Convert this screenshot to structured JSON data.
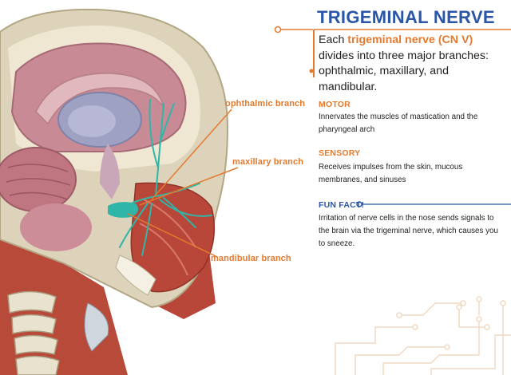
{
  "header": {
    "title": "TRIGEMINAL NERVE"
  },
  "intro": {
    "pre": "Each ",
    "highlight": "trigeminal nerve (CN V)",
    "post": " divides into three major branches: ophthalmic, maxillary, and mandibular."
  },
  "callouts": {
    "ophthalmic": "ophthalmic branch",
    "maxillary": "maxillary branch",
    "mandibular": "mandibular branch"
  },
  "sections": {
    "motor": {
      "title": "MOTOR",
      "body": "Innervates the muscles of mastication and the pharyngeal arch"
    },
    "sensory": {
      "title": "SENSORY",
      "body": "Receives impulses from the skin, mucous membranes, and sinuses"
    },
    "fun_fact": {
      "title": "FUN FACT!",
      "body": "Irritation of nerve cells in the nose sends signals to the brain via the trigeminal nerve, which causes you to sneeze."
    }
  },
  "colors": {
    "accent_orange": "#e57a2e",
    "title_blue": "#2b56a8",
    "nerve_teal": "#2fb6a8",
    "circuit_beige": "#f1d9c4"
  }
}
